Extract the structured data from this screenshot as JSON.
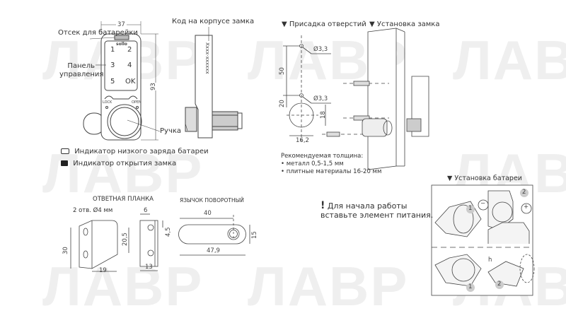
{
  "watermark": "ЛАВР",
  "lock_front": {
    "battery_label": "Отсек для батарейки",
    "panel_label": "Панель управления",
    "handle_label": "Ручка",
    "brand": "sollo",
    "keys": [
      "1",
      "2",
      "3",
      "4",
      "5",
      "OK"
    ],
    "lock_mark": "LOCK",
    "open_mark": "OPEN",
    "dim_width": "37",
    "dim_height": "93"
  },
  "lock_side": {
    "code_label": "Код на корпусе замка",
    "code_text": "Xxxx-xxxxxx"
  },
  "legend": [
    {
      "icon": "battery-low-icon",
      "label": "Индикатор низкого заряда батареи"
    },
    {
      "icon": "unlock-icon",
      "label": "Индикатор открытия замка"
    }
  ],
  "holes": {
    "header": "Присадка отверстий",
    "hole_dia_1": "Ø3,3",
    "hole_dia_2": "Ø3,3",
    "dim_50": "50",
    "dim_20": "20",
    "dim_18": "18",
    "dim_16_2": "16,2"
  },
  "install": {
    "header": "Установка замка"
  },
  "thickness": {
    "title": "Рекомендуемая толщина:",
    "items": [
      "• металл 0,5-1,5 мм",
      "• плитные материалы 16-20 мм"
    ]
  },
  "strike": {
    "title": "ОТВЕТНАЯ ПЛАНКА",
    "holes_label": "2 отв. Ø4 мм",
    "dim_30": "30",
    "dim_19": "19",
    "dim_6": "6",
    "dim_20_5": "20,5",
    "dim_4_5": "4,5",
    "dim_13": "13"
  },
  "tongue": {
    "title": "ЯЗЫЧОК ПОВОРОТНЫЙ",
    "dim_40": "40",
    "dim_15": "15",
    "dim_47_9": "47,9"
  },
  "warning": {
    "mark": "!",
    "line1": "Для начала работы",
    "line2": "вставьте элемент питания."
  },
  "battery": {
    "header": "Установка батареи",
    "steps": [
      "1",
      "2",
      "1",
      "2"
    ],
    "minus": "−",
    "plus": "+",
    "h_label": "h"
  }
}
